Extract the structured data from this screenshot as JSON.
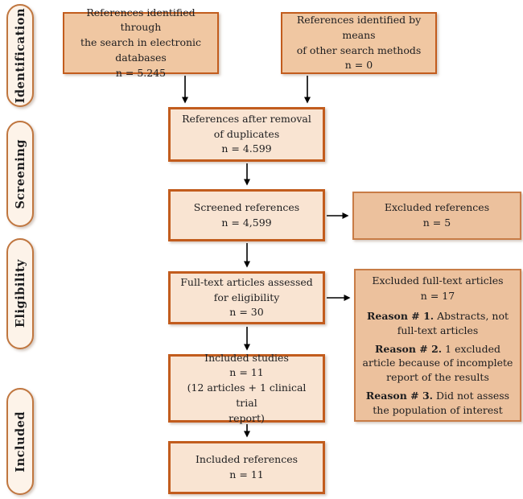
{
  "colors": {
    "fill_tan": "#f0c7a2",
    "fill_light": "#f9e4d2",
    "fill_right": "#ecc19d",
    "capsule_fill": "#fdf3e9",
    "capsule_border": "#c0763f",
    "border_strong": "#c25c1d",
    "border_soft": "#c87c46",
    "text": "#1d1d1f",
    "arrow": "#000000"
  },
  "stages": [
    {
      "label": "Identification"
    },
    {
      "label": "Screening"
    },
    {
      "label": "Eligibility"
    },
    {
      "label": "Included"
    }
  ],
  "boxes": {
    "identified_databases": {
      "lines": [
        "References identified through",
        "the search in electronic databases",
        "n = 5.245"
      ]
    },
    "identified_other": {
      "lines": [
        "References identified by means",
        "of other search methods",
        "n = 0"
      ]
    },
    "after_duplicates": {
      "lines": [
        "References after removal",
        "of duplicates",
        "n = 4.599"
      ]
    },
    "screened": {
      "lines": [
        "Screened references",
        "n = 4,599"
      ]
    },
    "excluded_references": {
      "lines": [
        "Excluded references",
        "n = 5"
      ]
    },
    "fulltext_assessed": {
      "lines": [
        "Full-text articles assessed",
        "for eligibility",
        "n = 30"
      ]
    },
    "excluded_fulltext": {
      "title_line1": "Excluded full-text articles",
      "title_line2": "n = 17",
      "reasons": [
        {
          "label": "Reason # 1.",
          "text": " Abstracts, not full-text articles"
        },
        {
          "label": "Reason # 2.",
          "text": " 1 excluded article because of incomplete report of the results"
        },
        {
          "label": "Reason # 3.",
          "text": " Did not assess the population of interest"
        }
      ]
    },
    "included_studies": {
      "lines": [
        "Included studies",
        "n = 11",
        "(12 articles + 1 clinical trial",
        "report)"
      ]
    },
    "included_references": {
      "lines": [
        "Included references",
        "n = 11"
      ]
    }
  }
}
